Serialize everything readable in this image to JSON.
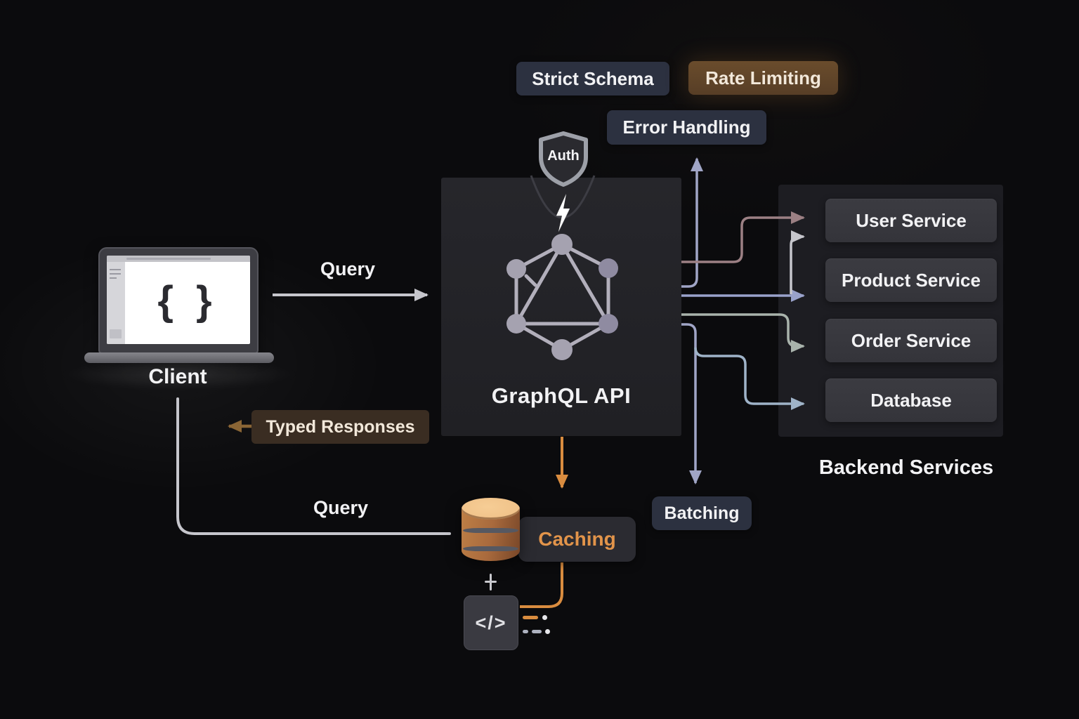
{
  "labels": {
    "client": "Client",
    "client_screen_glyph": "{ }",
    "query_top": "Query",
    "query_bottom": "Query",
    "typed_responses": "Typed Responses",
    "graphql_api": "GraphQL API",
    "auth": "Auth",
    "strict_schema": "Strict Schema",
    "rate_limiting": "Rate Limiting",
    "error_handling": "Error Handling",
    "batching": "Batching",
    "caching": "Caching",
    "backend_title": "Backend Services",
    "code_glyph": "</>"
  },
  "backend": {
    "services": [
      "User Service",
      "Product Service",
      "Order Service",
      "Database"
    ]
  },
  "colors": {
    "bg": "#0b0b0d",
    "backend_panel": "#1d1d22",
    "service_box": "#34343a",
    "badge_slate": "#2c3140",
    "badge_brown": "#573e26",
    "badge_tan": "#3a2d22",
    "caching_bg": "#2b2b31",
    "caching_text": "#e2944a",
    "code_bg": "#3a3a41",
    "text_light": "#f2f2f4",
    "text_cream": "#f2e8da",
    "orange": "#d98c3f",
    "line_gray": "#c6c6cc",
    "periwinkle": "#99a2cb",
    "rose": "#9c8084",
    "sage": "#a9b3ac",
    "blue_line": "#9fb3c8",
    "lavender": "#a0a5c6",
    "brown_arrow": "#8a6535",
    "logo_node": "#a5a2b0",
    "logo_node_dark": "#8f8ba1",
    "logo_edge": "#b2afbb",
    "cyl_top": "#f0c289",
    "cyl_body": "#a96a3d",
    "cyl_band": "#565861",
    "shield_stroke": "#9da0a8",
    "shield_fill": "#2a2a2f"
  }
}
